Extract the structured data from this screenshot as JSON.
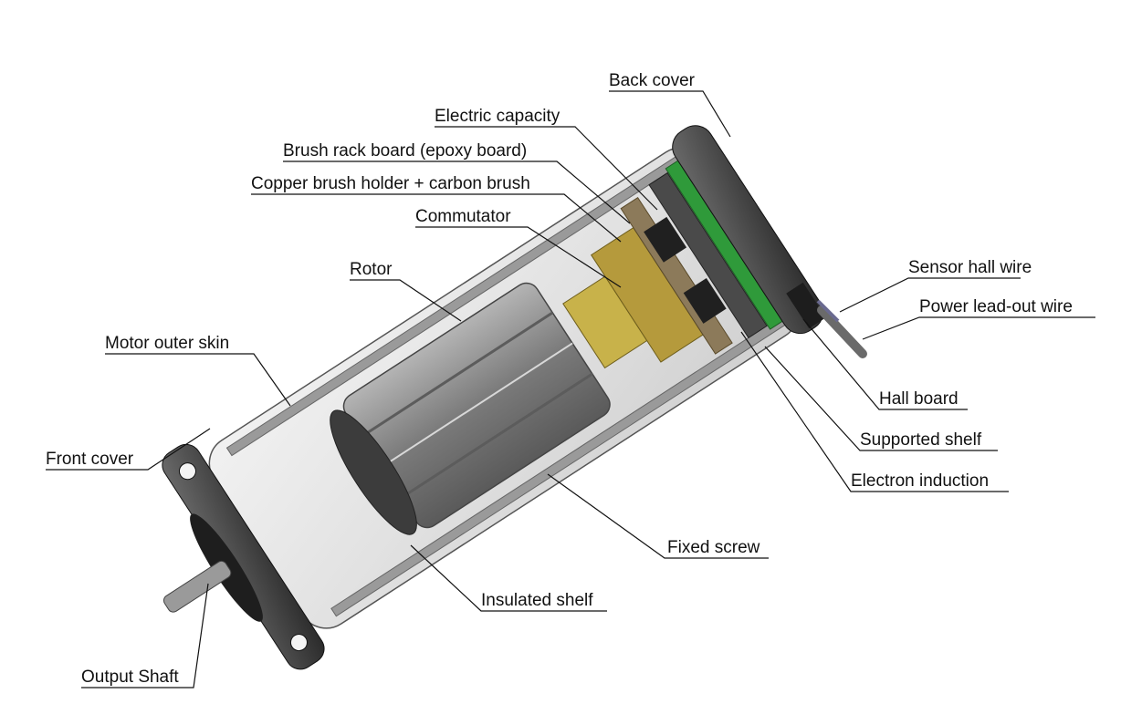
{
  "diagram": {
    "labels": {
      "back_cover": "Back cover",
      "electric_capacity": "Electric capacity",
      "brush_rack_board": "Brush rack board (epoxy board)",
      "copper_brush_holder": "Copper brush holder + carbon brush",
      "commutator": "Commutator",
      "rotor": "Rotor",
      "motor_outer_skin": "Motor outer skin",
      "front_cover": "Front cover",
      "output_shaft": "Output Shaft",
      "insulated_shelf": "Insulated shelf",
      "fixed_screw": "Fixed screw",
      "sensor_hall_wire": "Sensor hall wire",
      "power_lead_out_wire": "Power lead-out wire",
      "hall_board": "Hall board",
      "supported_shelf": "Supported shelf",
      "electron_induction": "Electron induction"
    },
    "colors": {
      "line": "#111111",
      "cover_dark": "#3b3b3b",
      "housing": "#c8c8c8",
      "rotor": "#8c8c8c",
      "pcb_green": "#2f9a3a",
      "brass": "#b59a3c",
      "commutator_gold": "#c8b24a"
    }
  }
}
